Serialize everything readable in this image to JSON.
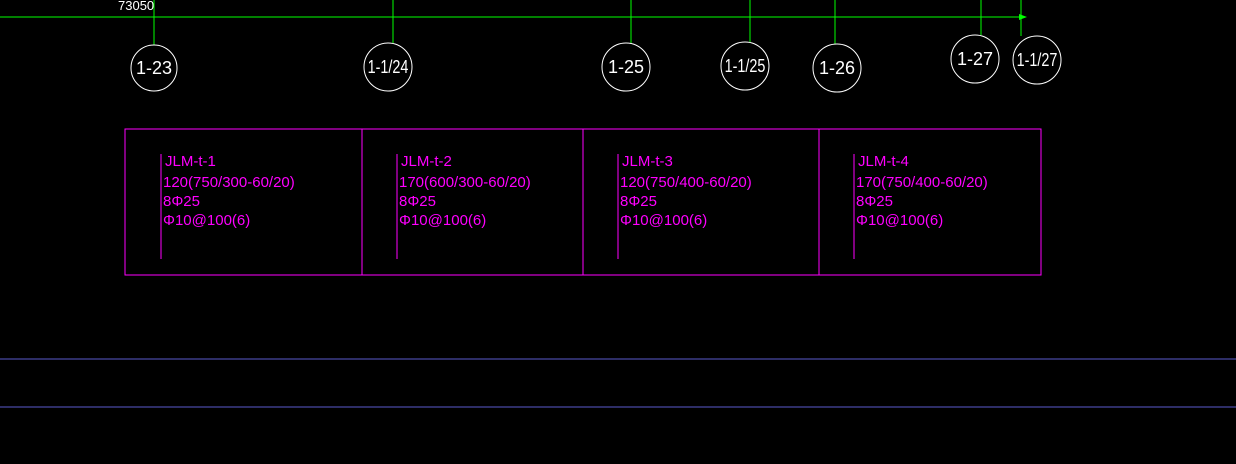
{
  "dimension": {
    "value": "73050"
  },
  "axes": [
    {
      "label": "1-23"
    },
    {
      "label": "1-1/24"
    },
    {
      "label": "1-25"
    },
    {
      "label": "1-1/25"
    },
    {
      "label": "1-26"
    },
    {
      "label": "1-27"
    },
    {
      "label": "1-1/27"
    }
  ],
  "beams": [
    {
      "name": "JLM-t-1",
      "size": "120(750/300-60/20)",
      "rebar": "8Φ25",
      "stirrup": "Φ10@100(6)"
    },
    {
      "name": "JLM-t-2",
      "size": "170(600/300-60/20)",
      "rebar": "8Φ25",
      "stirrup": "Φ10@100(6)"
    },
    {
      "name": "JLM-t-3",
      "size": "120(750/400-60/20)",
      "rebar": "8Φ25",
      "stirrup": "Φ10@100(6)"
    },
    {
      "name": "JLM-t-4",
      "size": "170(750/400-60/20)",
      "rebar": "8Φ25",
      "stirrup": "Φ10@100(6)"
    }
  ],
  "colors": {
    "background": "#000000",
    "dimension_line": "#00ff00",
    "axis_bubble": "#ffffff",
    "beam_table": "#ff00ff",
    "ref_line": "#5a5acd"
  }
}
